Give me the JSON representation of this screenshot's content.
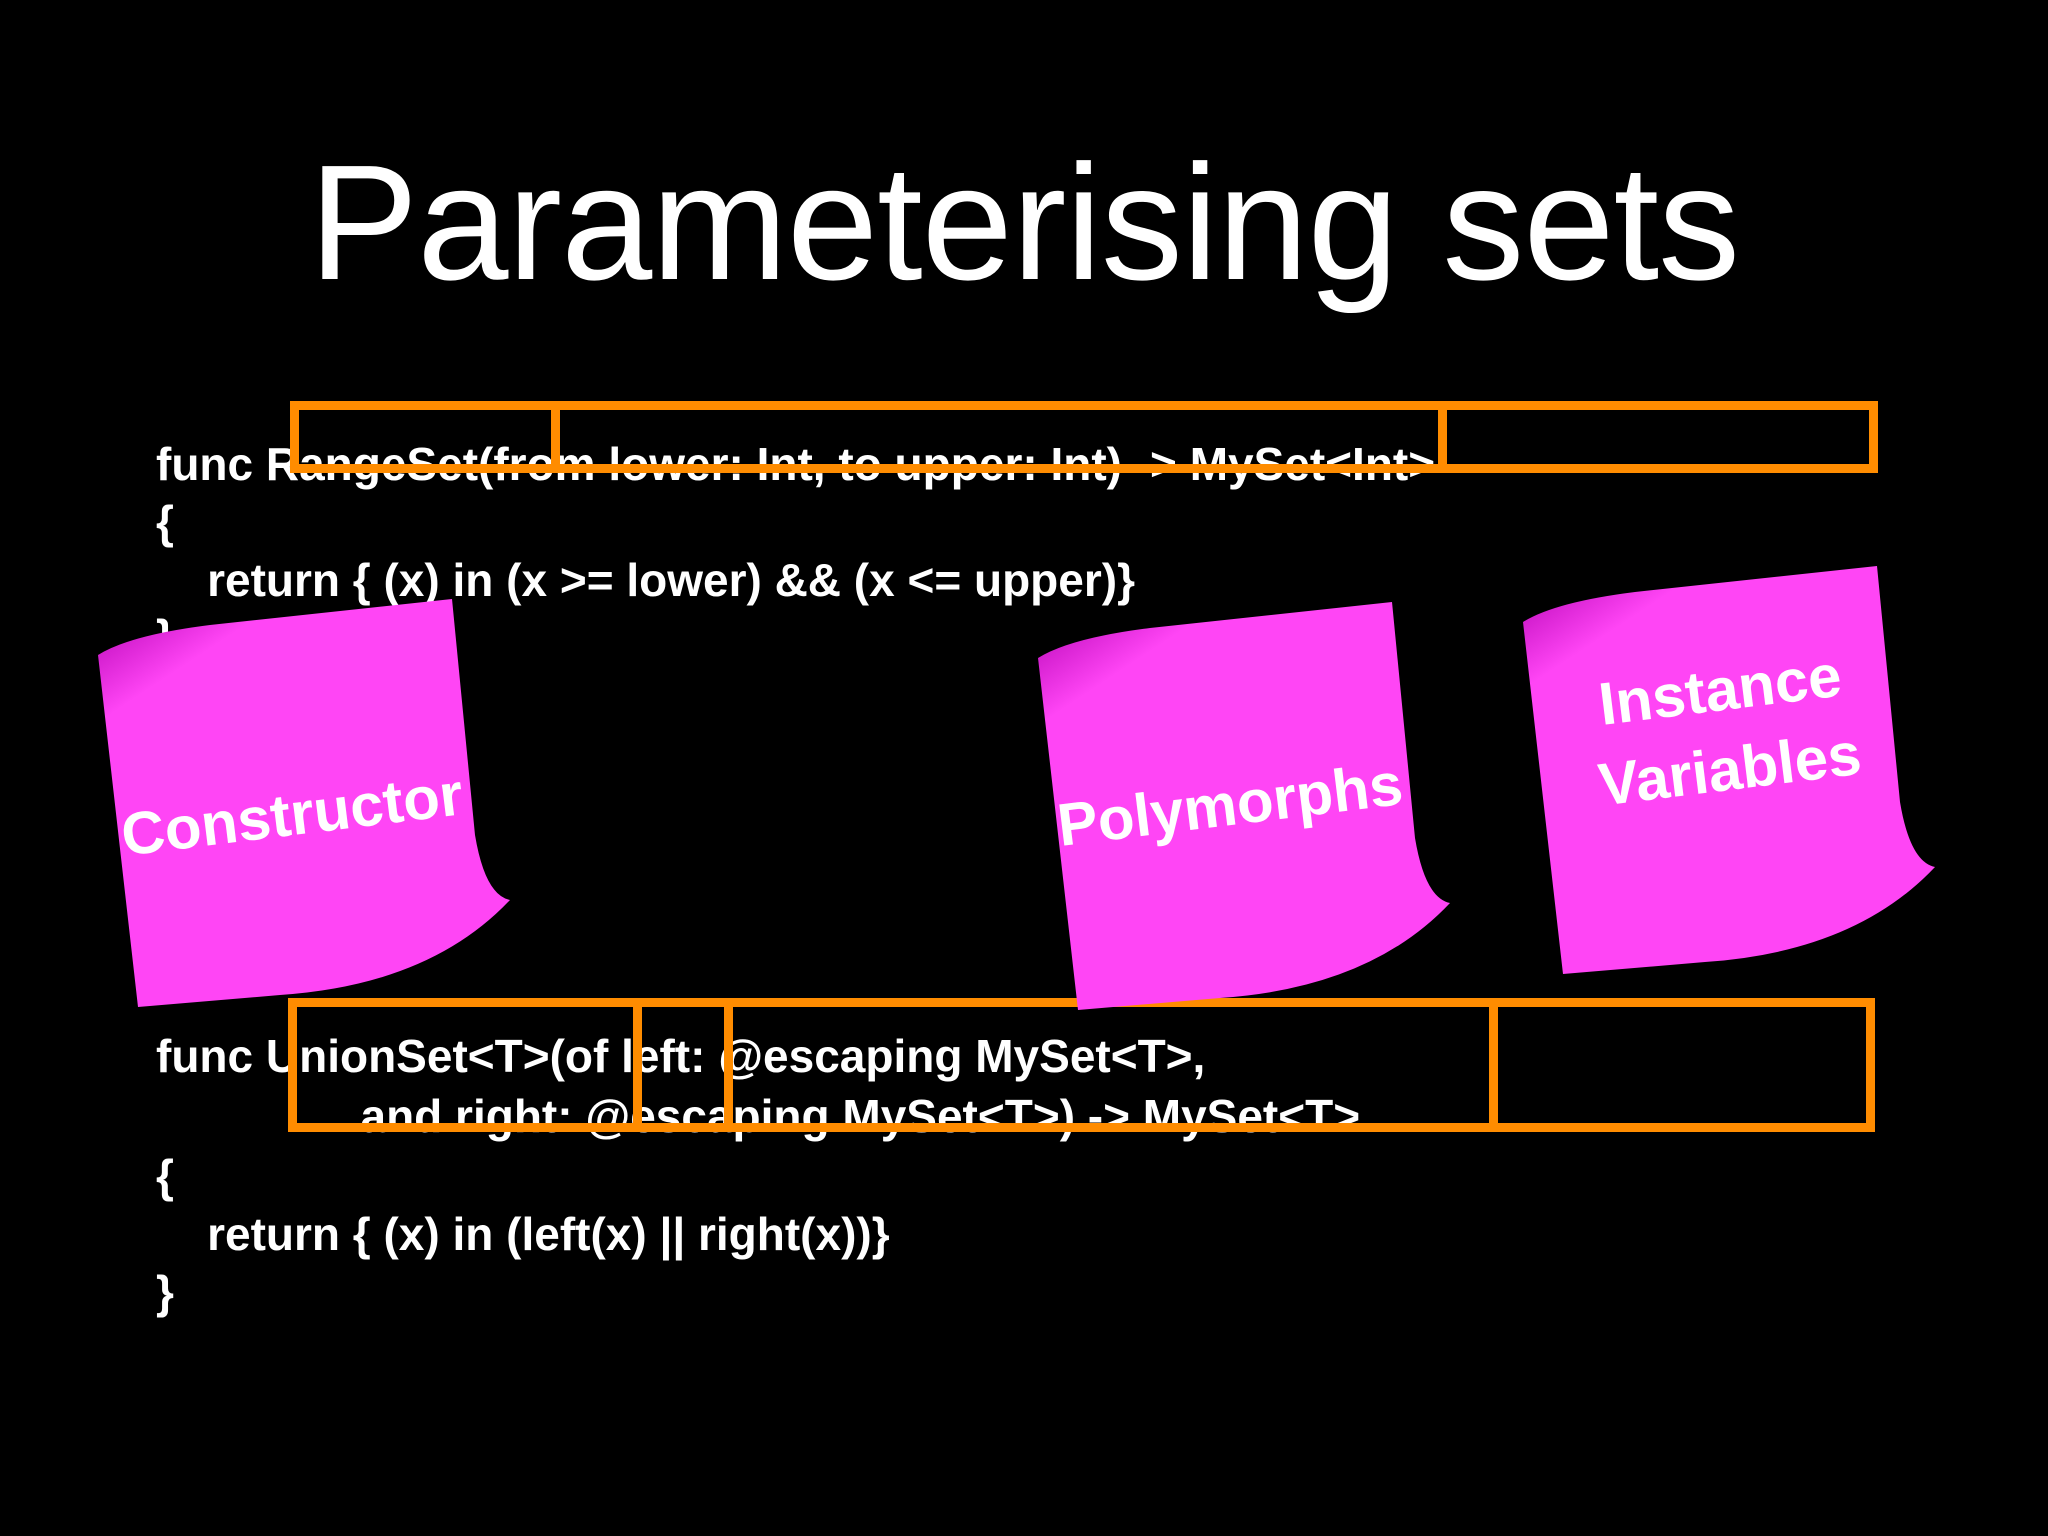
{
  "slide": {
    "title": "Parameterising sets",
    "code_block_1": {
      "lines": [
        "func RangeSet(from lower: Int, to upper: Int) -> MySet<Int>",
        "{",
        "    return { (x) in (x >= lower) && (x <= upper)}",
        "}"
      ]
    },
    "code_block_2": {
      "lines": [
        "func UnionSet<T>(of left: @escaping MySet<T>,",
        "                and right: @escaping MySet<T>) -> MySet<T>",
        "{",
        "    return { (x) in (left(x) || right(x))}",
        "}"
      ]
    },
    "sticky_notes": [
      {
        "label": "Constructor"
      },
      {
        "label": "Polymorphs"
      },
      {
        "label_line_1": "Instance",
        "label_line_2": "Variables"
      }
    ],
    "colors": {
      "background": "#000000",
      "text": "#ffffff",
      "highlight": "#FF8C00",
      "sticky_note": "#FF45F5"
    }
  }
}
